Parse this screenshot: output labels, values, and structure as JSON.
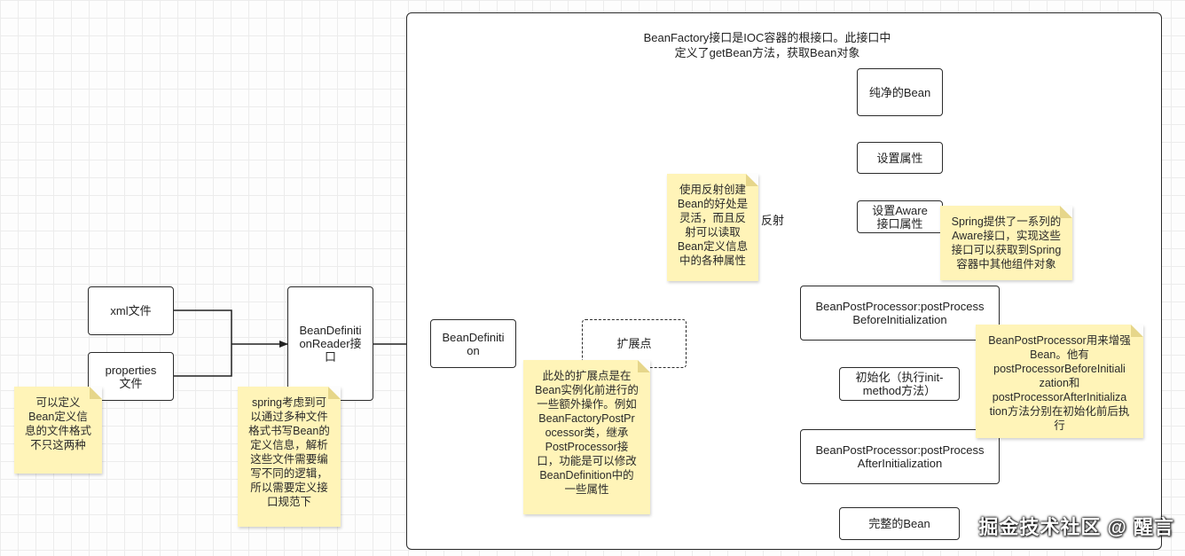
{
  "nodes": {
    "xml_file": "xml文件",
    "properties_file": "properties\n文件",
    "reader": "BeanDefiniti\nonReader接\n口",
    "bean_definition": "BeanDefiniti\non",
    "extension_point": "扩展点",
    "pure_bean": "纯净的Bean",
    "set_props": "设置属性",
    "set_aware": "设置Aware\n接口属性",
    "post_before": "BeanPostProcessor:postProcess\nBeforeInitialization",
    "init": "初始化（执行init-\nmethod方法）",
    "post_after": "BeanPostProcessor:postProcess\nAfterInitialization",
    "complete_bean": "完整的Bean"
  },
  "notes": {
    "file_formats": "可以定义\nBean定义信\n息的文件格式\n不只这两种",
    "spring_reader": "spring考虑到可\n以通过多种文件\n格式书写Bean的\n定义信息，解析\n这些文件需要编\n写不同的逻辑，\n所以需要定义接\n口规范下",
    "extension": "此处的扩展点是在\nBean实例化前进行的\n一些额外操作。例如\nBeanFactoryPostPr\nocessor类，继承\nPostProcessor接\n口，功能是可以修改\nBeanDefinition中的\n一些属性",
    "reflection": "使用反射创建\nBean的好处是\n灵活，而且反\n射可以读取\nBean定义信息\n中的各种属性",
    "aware": "Spring提供了一系列的\nAware接口，实现这些\n接口可以获取到Spring\n容器中其他组件对象",
    "bpp": "BeanPostProcessor用来增强\nBean。他有\npostProcessorBeforeInitiali\nzation和\npostProcessorAfterInitializa\ntion方法分别在初始化前后执\n行"
  },
  "labels": {
    "container_title": "BeanFactory接口是IOC容器的根接口。此接口中\n定义了getBean方法，获取Bean对象",
    "reflection_edge": "反射"
  },
  "watermark": "掘金技术社区 @ 醒言"
}
